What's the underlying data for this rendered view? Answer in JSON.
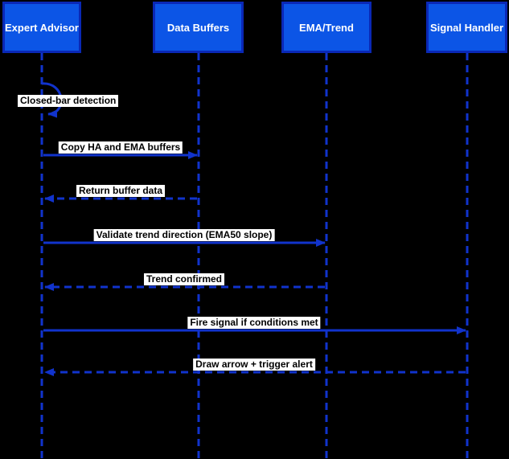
{
  "diagram": {
    "type": "sequence-diagram",
    "actors": [
      {
        "label": "Expert Advisor"
      },
      {
        "label": "Data Buffers"
      },
      {
        "label": "EMA/Trend"
      },
      {
        "label": "Signal Handler"
      }
    ],
    "messages": [
      {
        "label": "Closed-bar detection",
        "type": "self",
        "from": "Expert Advisor",
        "to": "Expert Advisor"
      },
      {
        "label": "Copy HA and EMA buffers",
        "type": "solid",
        "from": "Expert Advisor",
        "to": "Data Buffers"
      },
      {
        "label": "Return buffer data",
        "type": "dashed-return",
        "from": "Data Buffers",
        "to": "Expert Advisor"
      },
      {
        "label": "Validate trend direction (EMA50 slope)",
        "type": "solid",
        "from": "Expert Advisor",
        "to": "EMA/Trend"
      },
      {
        "label": "Trend confirmed",
        "type": "dashed-return",
        "from": "EMA/Trend",
        "to": "Expert Advisor"
      },
      {
        "label": "Fire signal if conditions met",
        "type": "solid",
        "from": "Expert Advisor",
        "to": "Signal Handler"
      },
      {
        "label": "Draw arrow + trigger alert",
        "type": "dashed-return",
        "from": "Signal Handler",
        "to": "Expert Advisor"
      }
    ]
  },
  "colors": {
    "background": "#000000",
    "actor-fill": "#0C55E6",
    "actor-border": "#0A28B6",
    "line": "#1133CC",
    "label-bg": "#FFFFFF",
    "label-text": "#000000",
    "actor-text": "#FFFFFF"
  }
}
